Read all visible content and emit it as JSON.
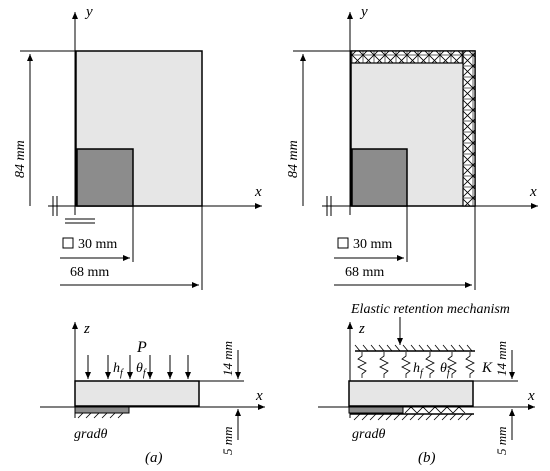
{
  "panel_a": {
    "caption": "(a)",
    "axis_x": "x",
    "axis_y": "y",
    "axis_z": "z",
    "height_dim": "84 mm",
    "width_dim": "68 mm",
    "square_dim": "30 mm",
    "load_label": "P",
    "h_label": "h",
    "h_sub": "f",
    "theta_label": "θ",
    "theta_sub": "f",
    "thick_top": "14 mm",
    "thick_bottom": "5 mm",
    "grad_label": "gradθ"
  },
  "panel_b": {
    "caption": "(b)",
    "axis_x": "x",
    "axis_y": "y",
    "axis_z": "z",
    "height_dim": "84 mm",
    "width_dim": "68 mm",
    "square_dim": "30 mm",
    "mechanism_label": "Elastic retention mechanism",
    "spring_label": "K",
    "h_label": "h",
    "h_sub": "f",
    "theta_label": "θ",
    "theta_sub": "f",
    "thick_top": "14 mm",
    "thick_bottom": "5 mm",
    "grad_label": "gradθ"
  },
  "colors": {
    "plate_fill": "#e6e6e6",
    "heater_fill": "#8c8c8c",
    "line": "#000000"
  }
}
